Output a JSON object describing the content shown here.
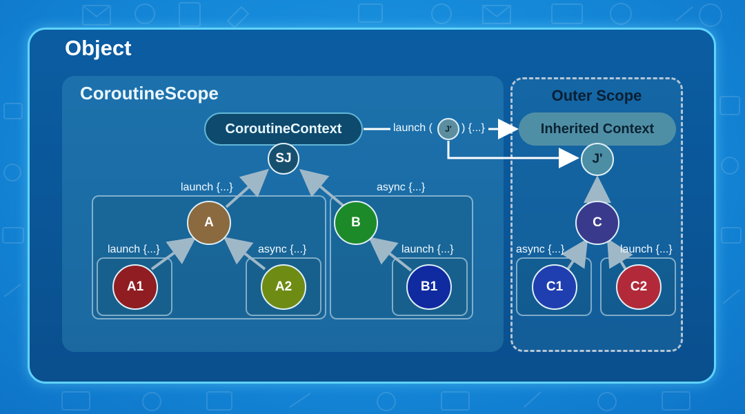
{
  "object_title": "Object",
  "scope": {
    "title": "CoroutineScope",
    "context": "CoroutineContext",
    "root_job": "SJ"
  },
  "outer": {
    "title": "Outer Scope",
    "context": "Inherited Context",
    "job": "J'"
  },
  "bridge": {
    "label_prefix": "launch (",
    "job": "J'",
    "label_suffix": ") {...}"
  },
  "nodes": {
    "A": "A",
    "B": "B",
    "A1": "A1",
    "A2": "A2",
    "B1": "B1",
    "C": "C",
    "C1": "C1",
    "C2": "C2"
  },
  "edge_labels": {
    "a_to_sj": "launch {...}",
    "b_to_sj": "async {...}",
    "a1_to_a": "launch {...}",
    "a2_to_a": "async {...}",
    "b1_to_b": "launch {...}",
    "c1_to_c": "async {...}",
    "c2_to_c": "launch {...}"
  },
  "colors": {
    "A": "#8a6a3e",
    "B": "#1d8a2a",
    "A1": "#8f1d22",
    "A2": "#6e8c14",
    "B1": "#102aa0",
    "C": "#3a3a8c",
    "C1": "#1f3fb0",
    "C2": "#b22a39",
    "sj": "#17506f",
    "jprime": "#4c8ea4"
  }
}
